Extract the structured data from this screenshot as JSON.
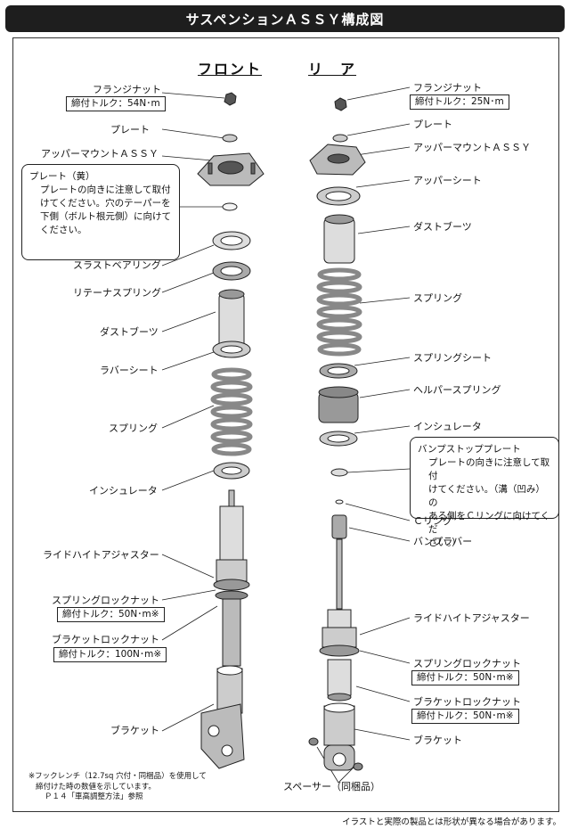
{
  "title": "サスペンションＡＳＳＹ構成図",
  "front_header": "フロント",
  "rear_header": "リ　ア",
  "front": {
    "flange_nut": "フランジナット",
    "flange_torque": "締付トルク：54N･m",
    "plate1": "プレート",
    "upper_mount": "アッパーマウントＡＳＳＹ",
    "thrust_bearing": "スラストベアリング",
    "retainer_spring": "リテーナスプリング",
    "dust_boot": "ダストブーツ",
    "rubber_seat": "ラバーシート",
    "spring": "スプリング",
    "insulator": "インシュレータ",
    "ride_height": "ライドハイトアジャスター",
    "spring_locknut": "スプリングロックナット",
    "spring_locknut_torque": "締付トルク：50N･m※",
    "bracket_locknut": "ブラケットロックナット",
    "bracket_locknut_torque": "締付トルク：100N･m※",
    "bracket": "ブラケット"
  },
  "plate_note": {
    "title": "プレート（黄）",
    "body": [
      "プレートの向きに注意して取付",
      "けてください。穴のテーパーを",
      "下側（ボルト根元側）に向けて",
      "ください。"
    ]
  },
  "rear": {
    "flange_nut": "フランジナット",
    "flange_torque": "締付トルク：25N･m",
    "plate": "プレート",
    "upper_mount": "アッパーマウントＡＳＳＹ",
    "upper_seat": "アッパーシート",
    "dust_boot": "ダストブーツ",
    "spring": "スプリング",
    "spring_seat": "スプリングシート",
    "helper_spring": "ヘルパースプリング",
    "insulator": "インシュレータ",
    "c_ring": "Ｃリング",
    "bump_rubber": "バンプラバー",
    "ride_height": "ライドハイトアジャスター",
    "spring_locknut": "スプリングロックナット",
    "spring_locknut_torque": "締付トルク：50N･m※",
    "bracket_locknut": "ブラケットロックナット",
    "bracket_locknut_torque": "締付トルク：50N･m※",
    "bracket": "ブラケット",
    "spacer": "スペーサー（同梱品）"
  },
  "bump_note": {
    "title": "バンプストッププレート",
    "body": [
      "プレートの向きに注意して取付",
      "けてください。（溝（凹み）の",
      "ある側をＣリングに向けてくだ",
      "さい。）"
    ]
  },
  "footnote": [
    "※フックレンチ（12.7sq 穴付・同梱品）を使用して",
    "締付けた時の数値を示しています。",
    "Ｐ１４「車高調整方法」参照"
  ],
  "disclaimer": "イラストと実際の製品とは形状が異なる場合があります。"
}
